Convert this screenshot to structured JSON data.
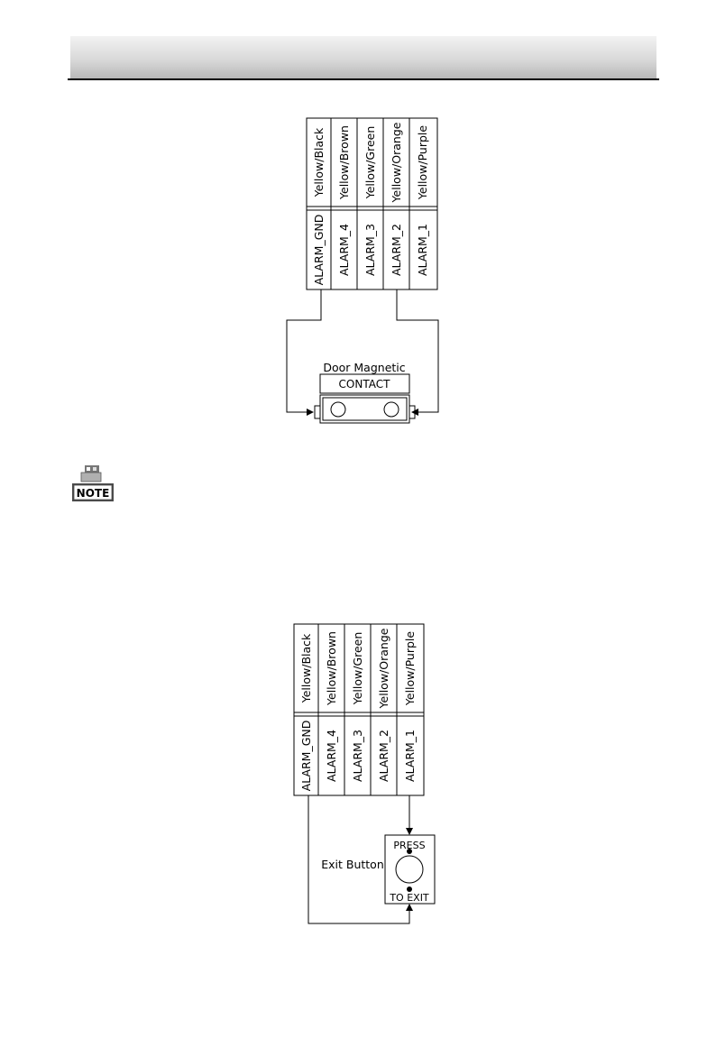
{
  "diagrams": [
    {
      "wire_colors": [
        "Yellow/Black",
        "Yellow/Brown",
        "Yellow/Green",
        "Yellow/Orange",
        "Yellow/Purple"
      ],
      "terminals": [
        "ALARM_GND",
        "ALARM_4",
        "ALARM_3",
        "ALARM_2",
        "ALARM_1"
      ],
      "device_title": "Door Magnetic",
      "device_label": "CONTACT"
    },
    {
      "wire_colors": [
        "Yellow/Black",
        "Yellow/Brown",
        "Yellow/Green",
        "Yellow/Orange",
        "Yellow/Purple"
      ],
      "terminals": [
        "ALARM_GND",
        "ALARM_4",
        "ALARM_3",
        "ALARM_2",
        "ALARM_1"
      ],
      "device_title": "Exit Button",
      "device_top_label": "PRESS",
      "device_bottom_label": "TO EXIT"
    }
  ],
  "note": {
    "label": "NOTE",
    "icon": "note-icon"
  }
}
